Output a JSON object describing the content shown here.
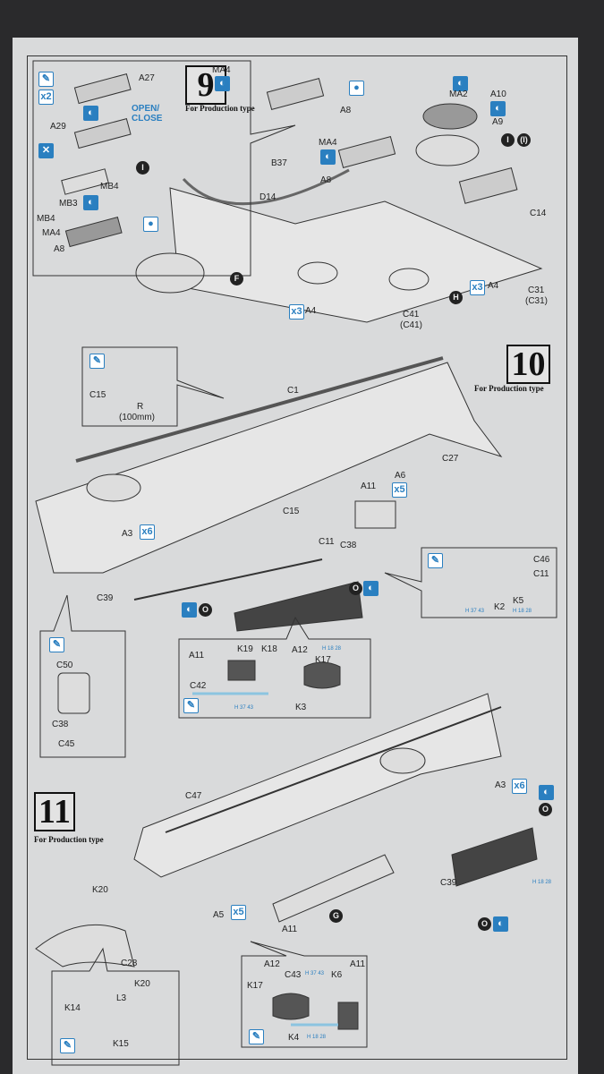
{
  "step9": {
    "number": "9",
    "subtitle": "For Production type",
    "inset": {
      "multiplier": "x2",
      "labels": [
        "A27",
        "OPEN/\nCLOSE",
        "A29",
        "MB4",
        "MB3",
        "MB4",
        "MA4",
        "A8"
      ],
      "circle": "I"
    },
    "labels": [
      "MA4",
      "A8",
      "MA4",
      "A8",
      "B37",
      "D14",
      "MA2",
      "A10",
      "A9",
      "C14",
      "A4",
      "A4",
      "C41",
      "(C41)",
      "C31",
      "(C31)"
    ],
    "multipliers": [
      "x3",
      "x3"
    ],
    "circles": [
      "F",
      "H",
      "I",
      "(I)"
    ]
  },
  "step10": {
    "number": "10",
    "subtitle": "For Production type",
    "inset_top": {
      "labels": [
        "C15",
        "R",
        "(100mm)"
      ]
    },
    "labels": [
      "C1",
      "C27",
      "A6",
      "A11",
      "C15",
      "C11",
      "C38",
      "A3",
      "C39"
    ],
    "multipliers": [
      "x5",
      "x6"
    ],
    "circles": [
      "O",
      "O"
    ],
    "inset_right": {
      "labels": [
        "C46",
        "C11",
        "K5",
        "K2"
      ],
      "paint": [
        "H 37 43",
        "H 18 28"
      ]
    },
    "inset_pipe": {
      "labels": [
        "A11",
        "K19",
        "K18",
        "A12",
        "K17",
        "C42",
        "K3"
      ],
      "paint": [
        "H 18 28",
        "H 37 43"
      ]
    },
    "inset_left": {
      "labels": [
        "C50",
        "C38",
        "C45"
      ]
    }
  },
  "step11": {
    "number": "11",
    "subtitle": "For Production type",
    "labels": [
      "C47",
      "A3",
      "C39",
      "A5",
      "A11",
      "K20",
      "C28"
    ],
    "multipliers": [
      "x6",
      "x5"
    ],
    "circles": [
      "G",
      "O",
      "O"
    ],
    "paint": [
      "H 18 28"
    ],
    "inset_left": {
      "labels": [
        "K20",
        "L3",
        "K14",
        "K15"
      ]
    },
    "inset_right": {
      "labels": [
        "A12",
        "C43",
        "K17",
        "K6",
        "A11",
        "K4"
      ],
      "paint": [
        "H 37 43",
        "H 18 28"
      ]
    }
  },
  "colors": {
    "accent_blue": "#2a7fc0",
    "paper": "#d9dadb",
    "background": "#2a2a2c"
  }
}
